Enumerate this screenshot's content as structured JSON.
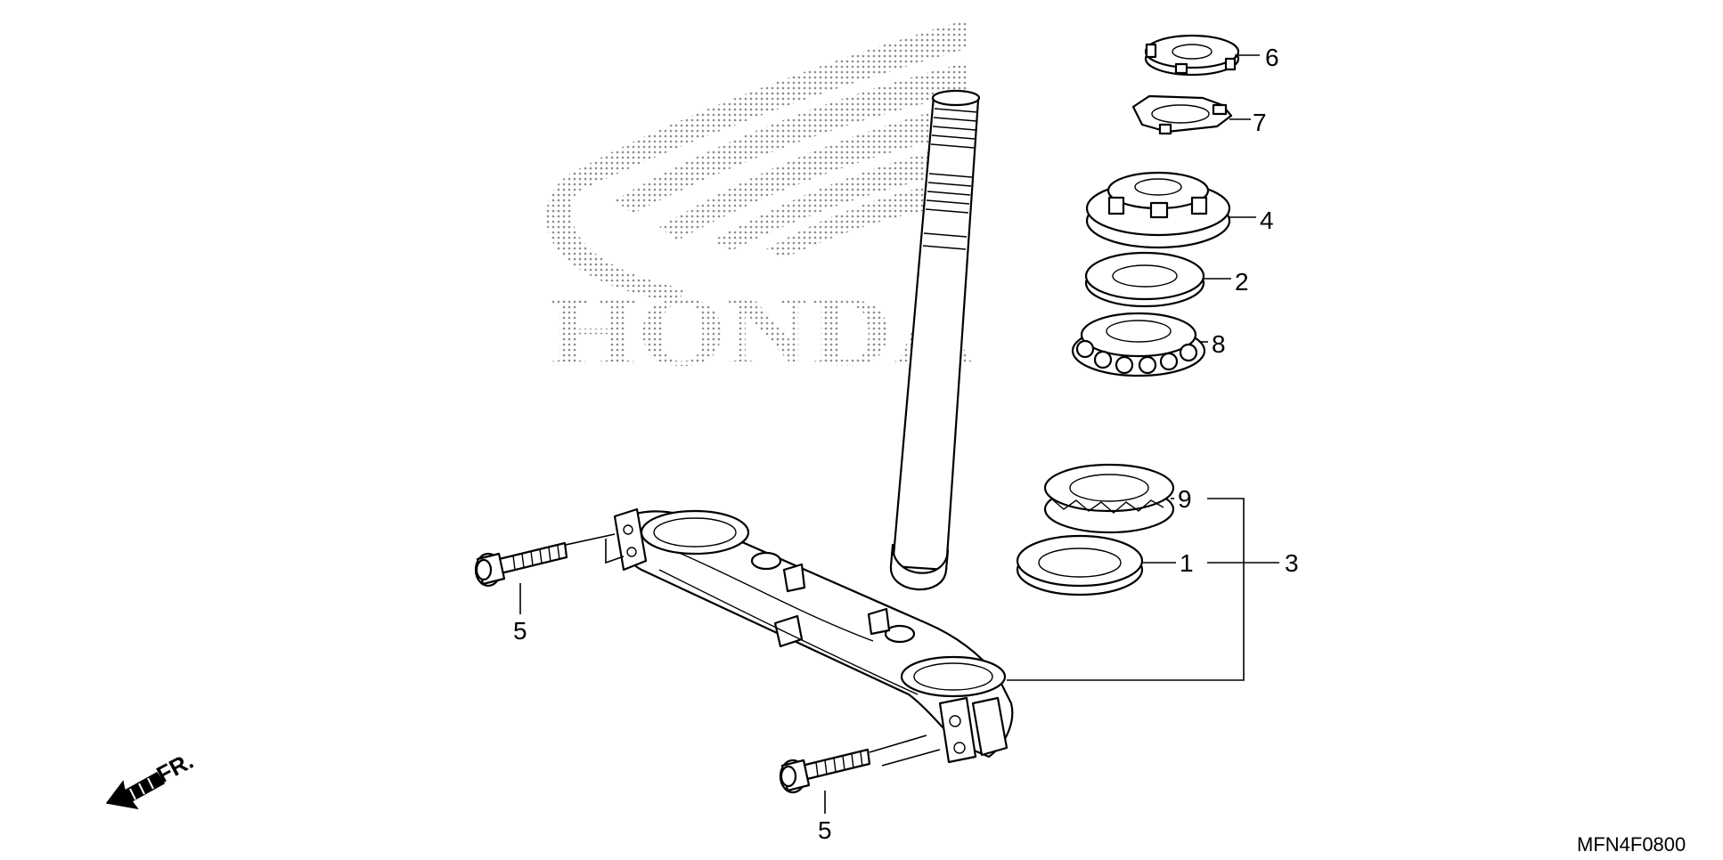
{
  "diagram": {
    "watermark_text": "HONDA",
    "direction_label": "FR.",
    "diagram_code": "MFN4F0800",
    "callouts": {
      "c6": "6",
      "c7": "7",
      "c4": "4",
      "c2": "2",
      "c8": "8",
      "c9": "9",
      "c1": "1",
      "c3": "3",
      "c5a": "5",
      "c5b": "5"
    }
  },
  "colors": {
    "line": "#000000",
    "background": "#ffffff",
    "watermark": "#9a9a9a"
  }
}
